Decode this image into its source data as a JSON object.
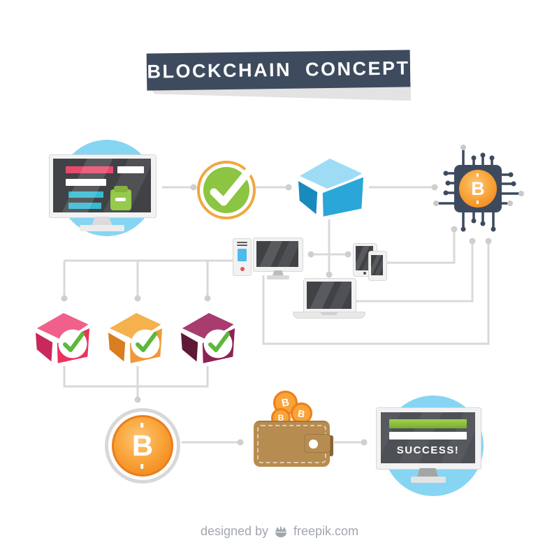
{
  "banner": {
    "title": "BLOCKCHAIN CONCEPT"
  },
  "diagram": {
    "bitcoin_symbol": "B",
    "success_label": "SUCCESS!",
    "colors": {
      "banner_bg": "#3e4b5e",
      "connector": "#d9d9d9",
      "halo_blue": "#86d5f2",
      "check_green": "#8bc541",
      "check_ring_orange": "#f0a73f",
      "cube_blue": "#2aa6d9",
      "cube_blue_top": "#9ddcf4",
      "cube_blue_side": "#1a8abd",
      "cube_pink": "#e9335f",
      "cube_pink_top": "#f0608a",
      "cube_pink_side": "#c9285a",
      "cube_orange": "#f0993a",
      "cube_orange_top": "#f5b14e",
      "cube_orange_side": "#da7d1e",
      "cube_purple": "#8c2355",
      "cube_purple_top": "#a83c6f",
      "cube_purple_side": "#5f1838",
      "chip_navy": "#3d4a5e",
      "coin_orange": "#f18a20",
      "wallet_brown": "#b78c50",
      "screen_dark": "#404246",
      "bar_pink": "#e84a6e",
      "bar_cyan": "#36b9d2",
      "wallet_icon_green": "#8cc63e",
      "success_bar_green": "#8fbf3e"
    }
  },
  "footer": {
    "credit_prefix": "designed by",
    "credit_brand": "freepik.com"
  }
}
